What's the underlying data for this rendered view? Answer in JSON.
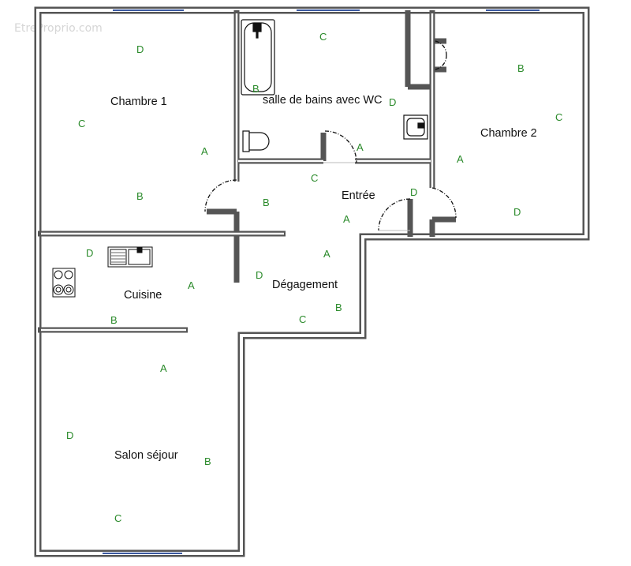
{
  "watermark": "EtreProprio.com",
  "colors": {
    "wall": "#555555",
    "window": "#3a58a0",
    "letter": "#2a8a2a",
    "text": "#111111"
  },
  "rooms": {
    "chambre1": "Chambre 1",
    "sdb": "salle de bains avec WC",
    "chambre2": "Chambre 2",
    "entree": "Entrée",
    "cuisine": "Cuisine",
    "degagement": "Dégagement",
    "salon": "Salon séjour"
  },
  "wall_letters": {
    "ch1_d": "D",
    "ch1_c": "C",
    "ch1_a": "A",
    "ch1_b": "B",
    "sdb_c": "C",
    "sdb_b": "B",
    "sdb_a": "A",
    "sdb_d": "D",
    "ent_c": "C",
    "ent_b": "B",
    "ent_d": "D",
    "ent_a": "A",
    "ch2_b": "B",
    "ch2_c": "C",
    "ch2_a": "A",
    "ch2_d": "D",
    "cui_d": "D",
    "cui_a": "A",
    "cui_b": "B",
    "deg_a": "A",
    "deg_d": "D",
    "deg_b": "B",
    "deg_c": "C",
    "sal_a": "A",
    "sal_d": "D",
    "sal_b": "B",
    "sal_c": "C"
  },
  "fixtures": [
    "bathtub-icon",
    "toilet-icon",
    "washbasin-icon",
    "kitchen-sink-icon",
    "cooktop-icon"
  ]
}
